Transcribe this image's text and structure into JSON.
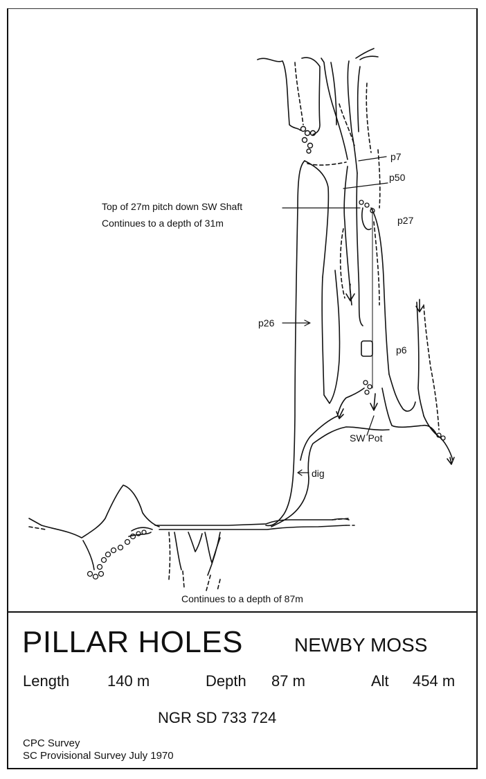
{
  "survey": {
    "title": "PILLAR HOLES",
    "area": "NEWBY MOSS",
    "length_label": "Length",
    "length_value": "140 m",
    "depth_label": "Depth",
    "depth_value": "87 m",
    "alt_label": "Alt",
    "alt_value": "454 m",
    "ngr": "NGR SD 733 724",
    "credit_1": "CPC Survey",
    "credit_2": "SC Provisional Survey  July 1970"
  },
  "labels": {
    "p7": "p7",
    "p50": "p50",
    "p27": "p27",
    "p26": "p26",
    "p6": "p6",
    "sw_pot": "SW Pot",
    "dig": "dig",
    "shaft_note_1": "Top of 27m pitch down SW Shaft",
    "shaft_note_2": "Continues to a depth of 31m",
    "bottom_note": "Continues to a depth of 87m"
  },
  "colors": {
    "ink": "#111111",
    "paper": "#ffffff"
  }
}
